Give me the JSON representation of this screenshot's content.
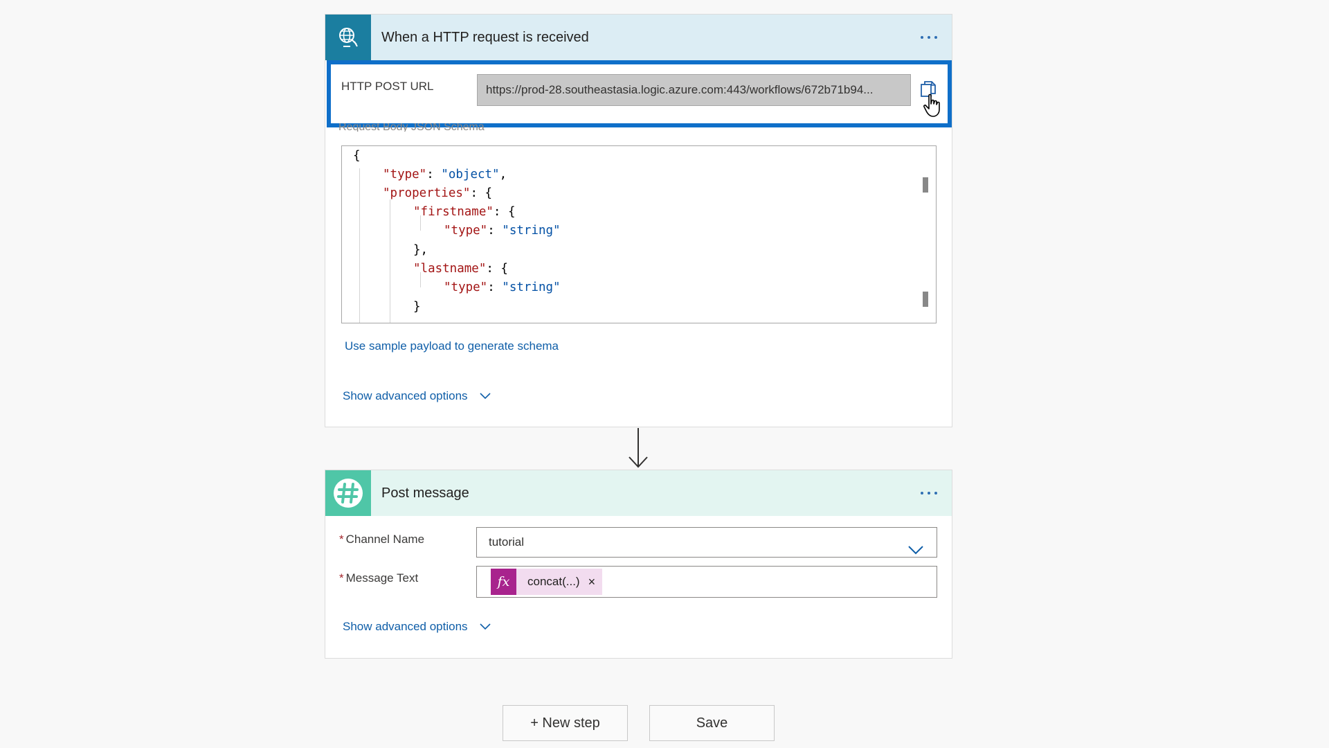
{
  "trigger": {
    "title": "When a HTTP request is received",
    "url_label": "HTTP POST URL",
    "url_value": "https://prod-28.southeastasia.logic.azure.com:443/workflows/672b71b94...",
    "schema_label": "Request Body JSON Schema",
    "schema_lines": [
      "{",
      "\"type\": \"object\",",
      "\"properties\": {",
      "\"firstname\": {",
      "\"type\": \"string\"",
      "},",
      "\"lastname\": {",
      "\"type\": \"string\"",
      "}"
    ],
    "sample_link": "Use sample payload to generate schema",
    "advanced_label": "Show advanced options"
  },
  "action": {
    "title": "Post message",
    "channel_label": "Channel Name",
    "channel_value": "tutorial",
    "message_label": "Message Text",
    "token_label": "concat(...)",
    "token_remove": "×",
    "required_mark": "*",
    "advanced_label": "Show advanced options"
  },
  "buttons": {
    "new_step": "+ New step",
    "save": "Save"
  },
  "colors": {
    "trigger_accent": "#1b7ea0",
    "slack_accent": "#4fc6a7",
    "focus_border": "#0f6fc9",
    "link": "#0f5ea8",
    "fx_token": "#a8238d"
  }
}
